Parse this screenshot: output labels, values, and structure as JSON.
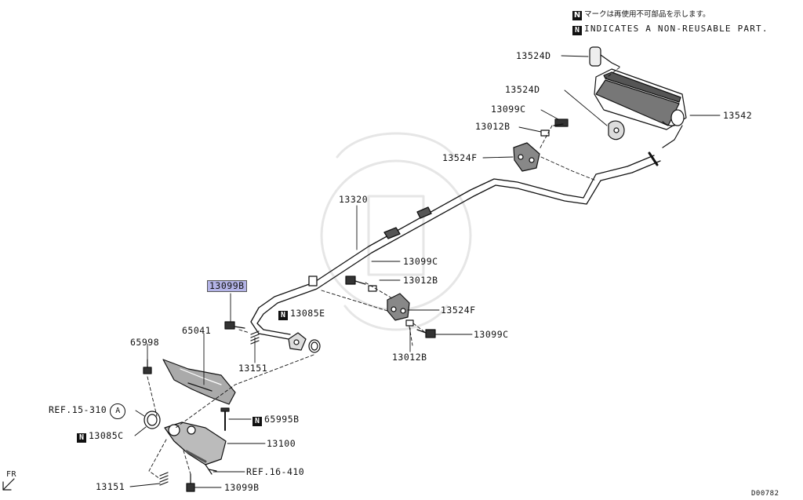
{
  "legend": {
    "badge": "N",
    "japanese": "マークは再使用不可部品を示します。",
    "english": "INDICATES A NON-REUSABLE PART."
  },
  "labels": {
    "p13524D_top": "13524D",
    "p13524D_mid": "13524D",
    "p13542": "13542",
    "p13099C_top": "13099C",
    "p13012B_top": "13012B",
    "p13524F_top": "13524F",
    "p13320": "13320",
    "p13099C_mid": "13099C",
    "p13012B_mid": "13012B",
    "p13524F_mid": "13524F",
    "p13099C_right": "13099C",
    "p13012B_low": "13012B",
    "p13099B_hl": "13099B",
    "p13085E": "13085E",
    "p65041": "65041",
    "p65998": "65998",
    "p13151_mid": "13151",
    "ref15": "REF.15-310",
    "ref15_circle": "A",
    "p13085C": "13085C",
    "p65995B": "65995B",
    "p13100": "13100",
    "ref16": "REF.16-410",
    "p13151_low": "13151",
    "p13099B_low": "13099B",
    "fr": "FR",
    "diagram_code": "D00782"
  },
  "badges": {
    "n13085E": "N",
    "n13085C": "N",
    "n65995B": "N"
  },
  "icons": {
    "front_arrow": "front-direction-arrow-icon",
    "nonreusable": "n-badge-icon"
  }
}
